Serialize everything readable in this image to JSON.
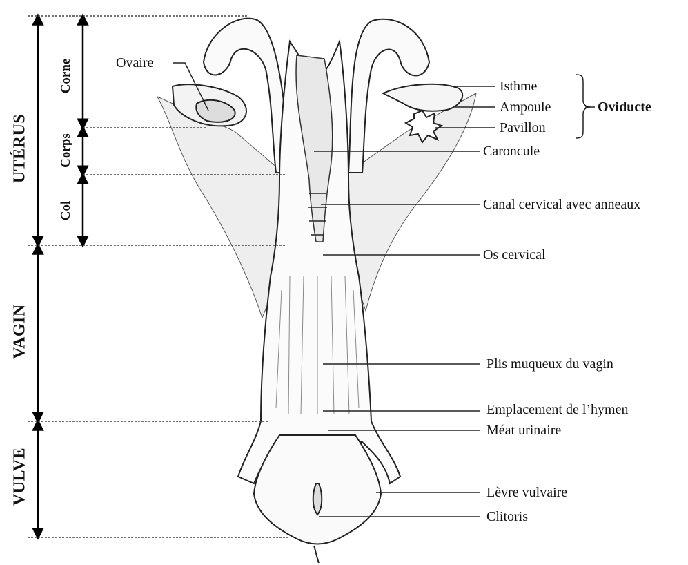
{
  "sections": {
    "uterus": "UTÉRUS",
    "vagin": "VAGIN",
    "vulve": "VULVE",
    "corne": "Corne",
    "corps": "Corps",
    "col": "Col"
  },
  "labels": {
    "ovaire": "Ovaire",
    "isthme": "Isthme",
    "ampoule": "Ampoule",
    "pavillon": "Pavillon",
    "oviducte": "Oviducte",
    "caroncule": "Caroncule",
    "canal_cervical": "Canal cervical avec anneaux",
    "os_cervical": "Os cervical",
    "plis_muqueux": "Plis muqueux du vagin",
    "hymen": "Emplacement de l’hymen",
    "meat": "Méat urinaire",
    "levre": "Lèvre vulvaire",
    "clitoris": "Clitoris"
  }
}
